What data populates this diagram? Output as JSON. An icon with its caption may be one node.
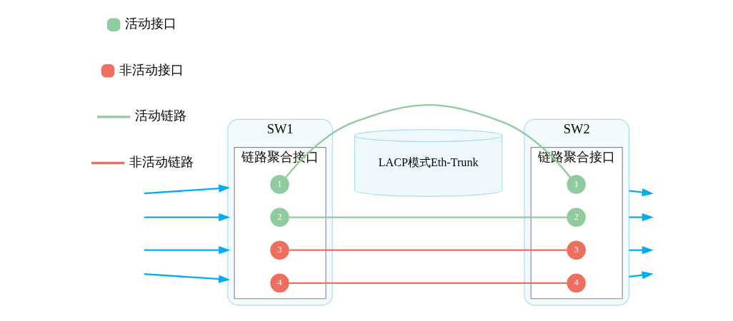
{
  "diagram": {
    "nodes": [
      {
        "text": [
          "SW1"
        ]
      },
      {
        "text": [
          "链路聚合接口"
        ],
        "in": 0
      },
      {
        "text": [
          "1"
        ],
        "in": 1
      },
      {
        "text": [
          "2"
        ],
        "in": 1
      },
      {
        "text": [
          "3"
        ],
        "in": 1
      },
      {
        "text": [
          "4"
        ],
        "in": 1
      },
      {
        "text": [
          "LACP模式Eth-Trunk"
        ]
      },
      {
        "text": [
          "SW2"
        ]
      },
      {
        "text": [
          "链路聚合接口"
        ],
        "in": 7
      },
      {
        "text": [
          "1"
        ],
        "in": 8
      },
      {
        "text": [
          "2"
        ],
        "in": 8
      },
      {
        "text": [
          "3"
        ],
        "in": 8
      },
      {
        "text": [
          "4"
        ],
        "in": 8
      }
    ],
    "edges": [
      {
        "from": null,
        "to": 0,
        "arrow": "to",
        "color": "#00aeef"
      },
      {
        "from": null,
        "to": 0,
        "arrow": "to",
        "color": "#00aeef"
      },
      {
        "from": null,
        "to": 0,
        "arrow": "to",
        "color": "#00aeef"
      },
      {
        "from": null,
        "to": 0,
        "arrow": "to",
        "color": "#00aeef"
      },
      {
        "from": 2,
        "to": 9,
        "arrow": "none",
        "color": "#8fcb9f"
      },
      {
        "from": 3,
        "to": 10,
        "arrow": "none",
        "color": "#8fcb9f"
      },
      {
        "from": 4,
        "to": 11,
        "arrow": "none",
        "color": "#ed6f5f"
      },
      {
        "from": 5,
        "to": 12,
        "arrow": "none",
        "color": "#ed6f5f"
      },
      {
        "from": 7,
        "to": null,
        "arrow": "to",
        "color": "#00aeef"
      },
      {
        "from": 7,
        "to": null,
        "arrow": "to",
        "color": "#00aeef"
      },
      {
        "from": 7,
        "to": null,
        "arrow": "to",
        "color": "#00aeef"
      },
      {
        "from": 7,
        "to": null,
        "arrow": "to",
        "color": "#00aeef"
      }
    ],
    "legend": [
      {
        "text": "活动接口",
        "color": "#8fcb9f"
      },
      {
        "text": "非活动接口",
        "color": "#ed6f5f"
      },
      {
        "text": "活动链路"
      },
      {
        "text": "非活动链路"
      }
    ]
  }
}
